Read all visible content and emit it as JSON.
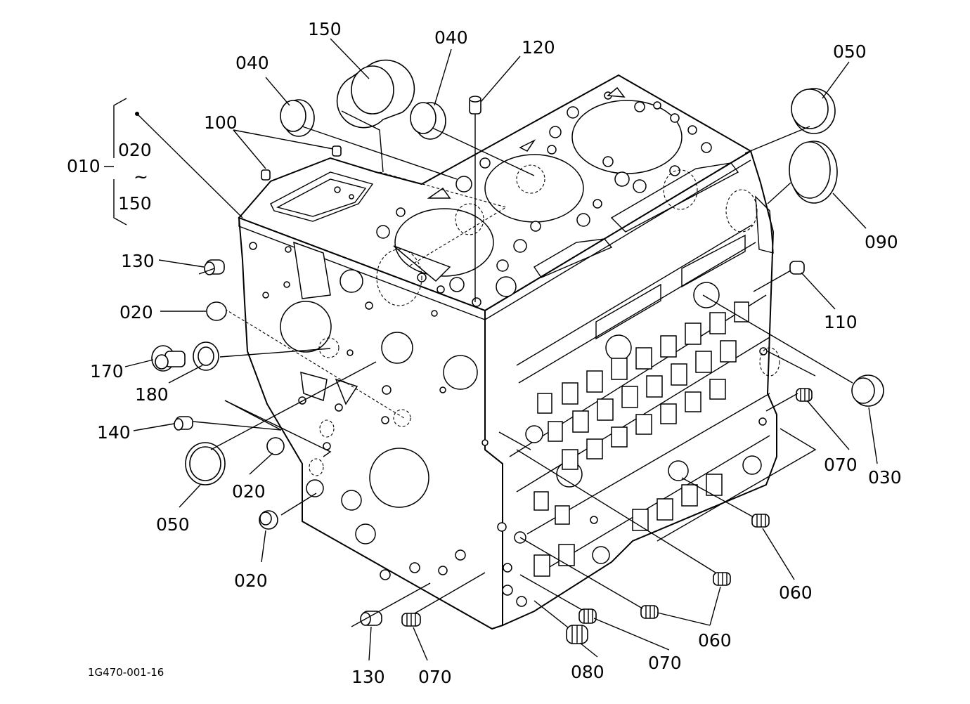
{
  "labels": {
    "l010": "010",
    "l020_range_start": "020",
    "l_range_tilde": "~",
    "l150_range_end": "150",
    "l150_top": "150",
    "l040_top": "040",
    "l120": "120",
    "l050_top": "050",
    "l040_left": "040",
    "l100": "100",
    "l090": "090",
    "l130_top": "130",
    "l020_a": "020",
    "l110": "110",
    "l170": "170",
    "l180": "180",
    "l140": "140",
    "l070_right": "070",
    "l030": "030",
    "l020_b": "020",
    "l050_left": "050",
    "l020_c": "020",
    "l060_right": "060",
    "l060_bottom": "060",
    "l070_bottom_mid": "070",
    "l080": "080",
    "l070_bottom_left": "070",
    "l130_bottom": "130"
  },
  "figure_code": "1G470-001-16"
}
